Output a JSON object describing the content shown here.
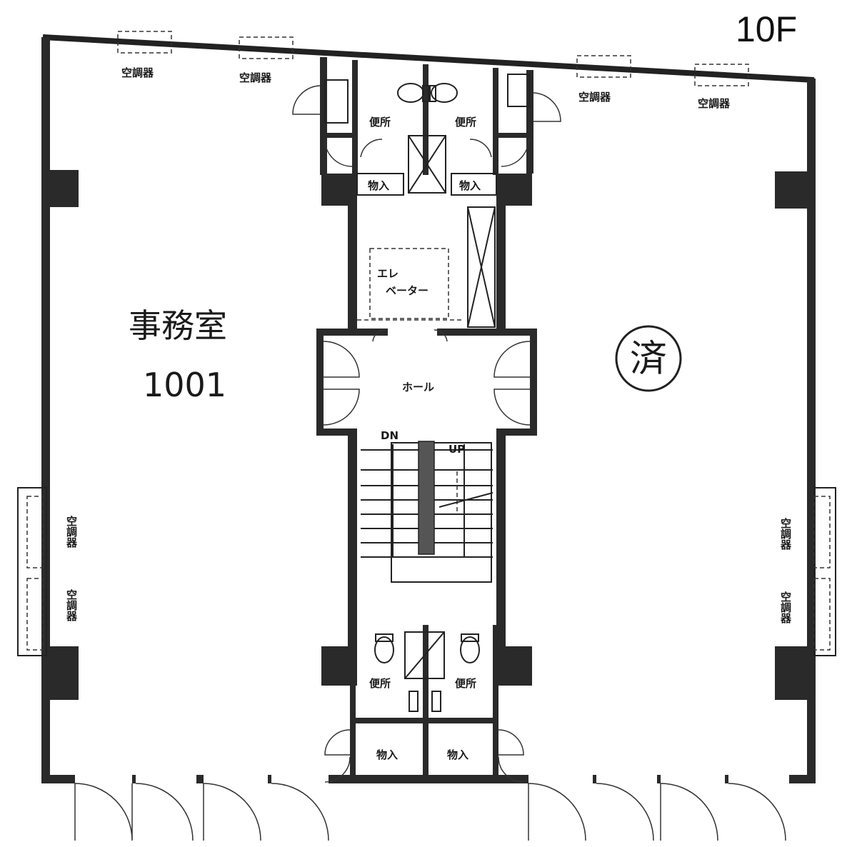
{
  "floor_label": "10F",
  "office": {
    "room_type": "事務室",
    "room_number": "1001"
  },
  "vacancy_mark": "済",
  "labels": {
    "aircon": "空調器",
    "toilet": "便所",
    "storage": "物入",
    "elevator_line1": "エレ",
    "elevator_line2": "ベーター",
    "hall": "ホール",
    "stairs_down": "DN",
    "stairs_up": "UP"
  }
}
